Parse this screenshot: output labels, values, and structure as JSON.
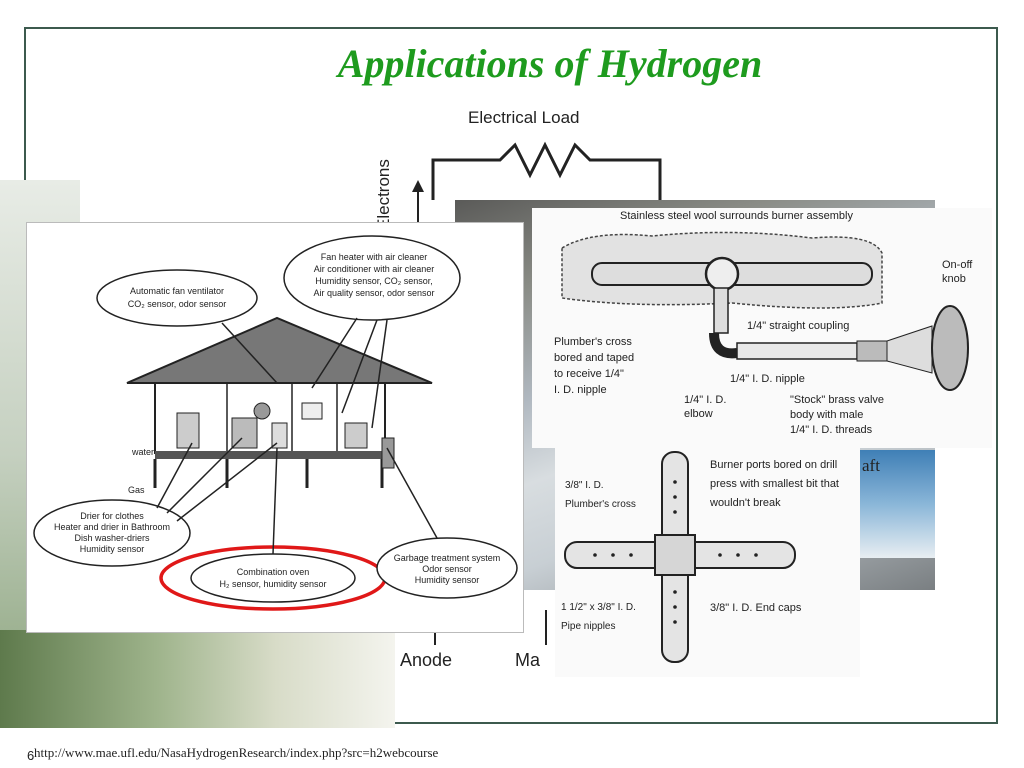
{
  "slide": {
    "title": "Applications of Hydrogen",
    "page_number": "6",
    "source_url": "http://www.mae.ufl.edu/NasaHydrogenResearch/index.php?src=h2webcourse"
  },
  "fuel_cell_diagram": {
    "electrical_load": "Electrical Load",
    "electrons": "Electrons",
    "anode": "Anode",
    "ma_fragment": "Ma",
    "aft_fragment": "aft"
  },
  "house_diagram": {
    "callouts": [
      {
        "text": "Automatic fan ventilator\nCO₂ sensor, odor sensor"
      },
      {
        "text": "Fan heater with air cleaner\nAir conditioner with air cleaner\nHumidity sensor, CO₂ sensor,\nAir quality sensor, odor sensor"
      },
      {
        "text": "Drier for clothes\nHeater and drier in Bathroom\nDish washer-driers\nHumidity sensor"
      },
      {
        "text": "Combination oven\nH₂ sensor, humidity sensor"
      },
      {
        "text": "Garbage treatment system\nOdor sensor\nHumidity sensor"
      }
    ],
    "water_label": "water",
    "gas_label": "Gas",
    "highlight_color": "#e01818"
  },
  "burner_diagram": {
    "labels": [
      "Stainless steel wool surrounds burner assembly",
      "On-off\nknob",
      "1/4\" straight coupling",
      "Plumber's cross\nbored and taped\nto receive 1/4\"\nI. D. nipple",
      "1/4\" I. D. nipple",
      "1/4\" I. D.\nelbow",
      "\"Stock\" brass valve\nbody with male\n1/4\" I. D. threads"
    ]
  },
  "cross_diagram": {
    "labels": [
      "3/8\" I. D.\nPlumber's cross",
      "Burner ports bored on drill\npress with smallest bit that\nwouldn't break",
      "1 1/2\" x 3/8\" I. D.\nPipe nipples",
      "3/8\" I. D. End caps"
    ]
  }
}
